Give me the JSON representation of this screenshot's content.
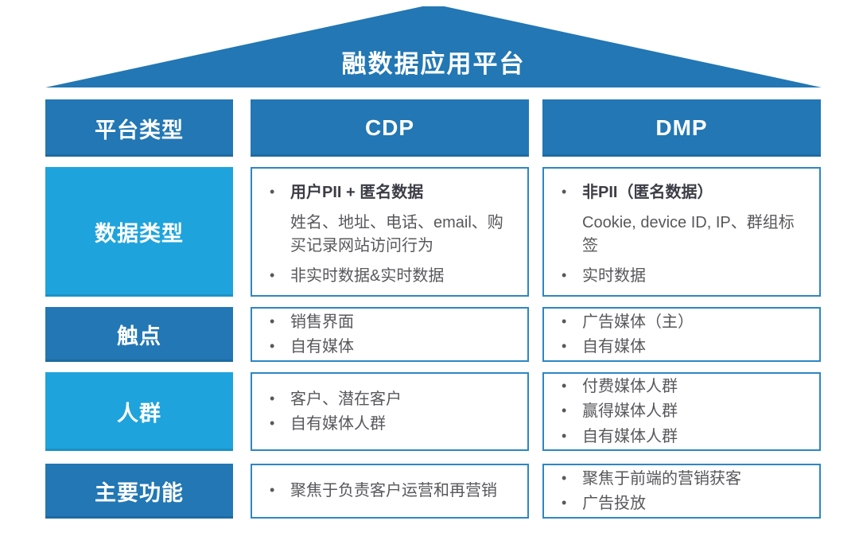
{
  "roof": {
    "title": "融数据应用平台"
  },
  "header": {
    "corner": "平台类型",
    "cdp": "CDP",
    "dmp": "DMP"
  },
  "rows": [
    {
      "label": "数据类型",
      "shade": "light",
      "cdp": [
        {
          "text": "用户PII + 匿名数据",
          "bullet": true,
          "bold": true
        },
        {
          "text": "姓名、地址、电话、email、购买记录网站访问行为",
          "bullet": false,
          "bold": false
        },
        {
          "text": "非实时数据&实时数据",
          "bullet": true,
          "bold": false
        }
      ],
      "dmp": [
        {
          "text": "非PII（匿名数据）",
          "bullet": true,
          "bold": true
        },
        {
          "text": "Cookie, device ID, IP、群组标签",
          "bullet": false,
          "bold": false
        },
        {
          "text": "实时数据",
          "bullet": true,
          "bold": false
        }
      ]
    },
    {
      "label": "触点",
      "shade": "dark",
      "cdp": [
        {
          "text": "销售界面",
          "bullet": true,
          "bold": false
        },
        {
          "text": "自有媒体",
          "bullet": true,
          "bold": false
        }
      ],
      "dmp": [
        {
          "text": "广告媒体（主）",
          "bullet": true,
          "bold": false
        },
        {
          "text": "自有媒体",
          "bullet": true,
          "bold": false
        }
      ]
    },
    {
      "label": "人群",
      "shade": "light",
      "cdp": [
        {
          "text": "客户、潜在客户",
          "bullet": true,
          "bold": false
        },
        {
          "text": "自有媒体人群",
          "bullet": true,
          "bold": false
        }
      ],
      "dmp": [
        {
          "text": "付费媒体人群",
          "bullet": true,
          "bold": false
        },
        {
          "text": "赢得媒体人群",
          "bullet": true,
          "bold": false
        },
        {
          "text": "自有媒体人群",
          "bullet": true,
          "bold": false
        }
      ]
    },
    {
      "label": "主要功能",
      "shade": "dark",
      "cdp": [
        {
          "text": "聚焦于负责客户运营和再营销",
          "bullet": true,
          "bold": false
        }
      ],
      "dmp": [
        {
          "text": "聚焦于前端的营销获客",
          "bullet": true,
          "bold": false
        },
        {
          "text": "广告投放",
          "bullet": true,
          "bold": false
        }
      ]
    }
  ],
  "colors": {
    "dark_blue": "#2277b4",
    "light_blue": "#1fa3dc",
    "cell_border": "#2e86c3",
    "body_text": "#58585c",
    "bold_text": "#3d3d46"
  }
}
